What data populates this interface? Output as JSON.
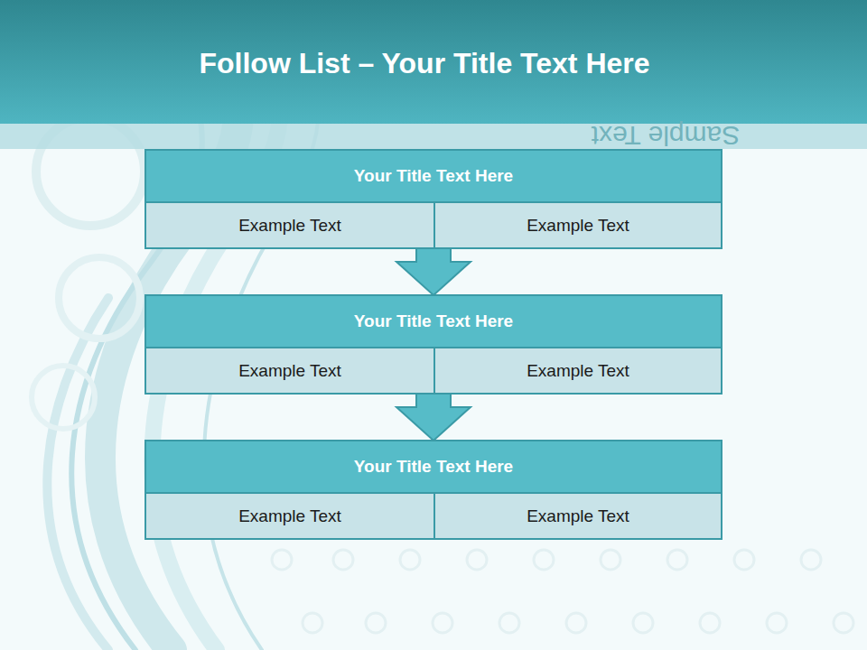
{
  "diagram": {
    "title": "Follow List  – Your Title Text Here",
    "nodes": [
      {
        "text": [
          "Your Title Text Here"
        ]
      },
      {
        "text": [
          "Example Text"
        ],
        "in": 0
      },
      {
        "text": [
          "Example Text"
        ],
        "in": 0
      },
      {
        "text": [
          "Your Title Text Here"
        ]
      },
      {
        "text": [
          "Example Text"
        ],
        "in": 3
      },
      {
        "text": [
          "Example Text"
        ],
        "in": 3
      },
      {
        "text": [
          "Your Title Text Here"
        ]
      },
      {
        "text": [
          "Example Text"
        ],
        "in": 6
      },
      {
        "text": [
          "Example Text"
        ],
        "in": 6
      }
    ],
    "edges": [
      {
        "from": 0,
        "to": 3,
        "arrow": "to"
      },
      {
        "from": 3,
        "to": 6,
        "arrow": "to"
      }
    ],
    "labels": [
      "Sample Text"
    ]
  }
}
